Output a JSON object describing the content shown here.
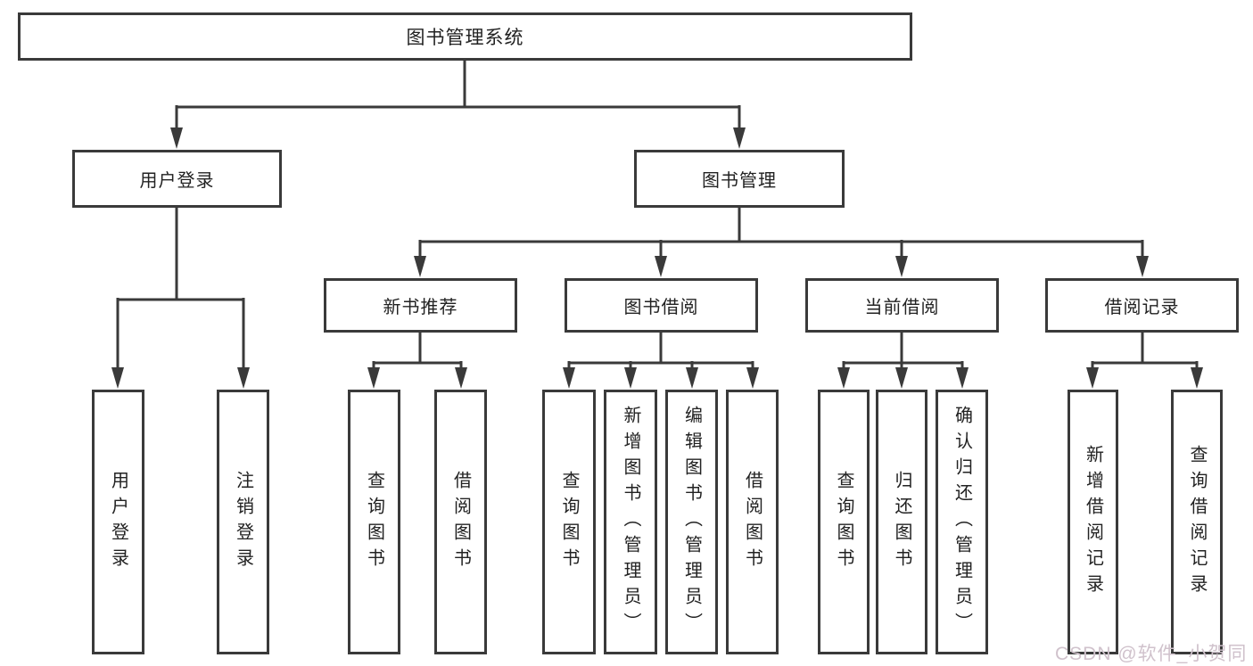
{
  "root": {
    "label": "图书管理系统"
  },
  "branches": [
    {
      "label": "用户登录",
      "children": [
        {
          "label": "用户登录"
        },
        {
          "label": "注销登录"
        }
      ]
    },
    {
      "label": "图书管理",
      "groups": [
        {
          "label": "新书推荐",
          "children": [
            {
              "label": "查询图书"
            },
            {
              "label": "借阅图书"
            }
          ]
        },
        {
          "label": "图书借阅",
          "children": [
            {
              "label": "查询图书"
            },
            {
              "label": "新增图书（管理员）"
            },
            {
              "label": "编辑图书（管理员）"
            },
            {
              "label": "借阅图书"
            }
          ]
        },
        {
          "label": "当前借阅",
          "children": [
            {
              "label": "查询图书"
            },
            {
              "label": "归还图书"
            },
            {
              "label": "确认归还（管理员）"
            }
          ]
        },
        {
          "label": "借阅记录",
          "children": [
            {
              "label": "新增借阅记录"
            },
            {
              "label": "查询借阅记录"
            }
          ]
        }
      ]
    }
  ],
  "watermark": "CSDN @软件_小贺同学",
  "colors": {
    "line": "#3a3a3a",
    "text": "#222222",
    "watermark": "#d0c2cc"
  }
}
